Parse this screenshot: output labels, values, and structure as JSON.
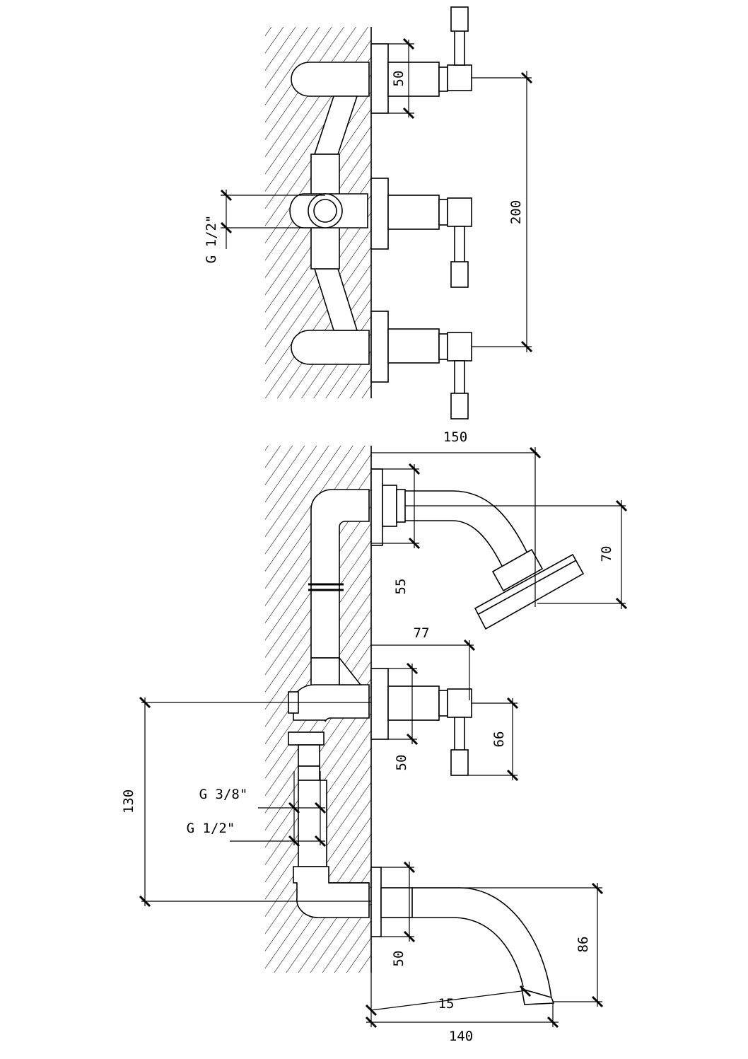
{
  "top_view": {
    "dims": {
      "flange": "50",
      "spacing": "200",
      "inlet": "G 1/2\""
    }
  },
  "side_view": {
    "dims": {
      "shower_reach": "150",
      "shower_drop": "70",
      "riser_length": "55",
      "valve_reach": "77",
      "valve_flange": "50",
      "handle_drop": "66",
      "inlet_span": "130",
      "connector_a": "G 3/8\"",
      "connector_b": "G 1/2\"",
      "spout_flange": "50",
      "spout_drop": "86",
      "spout_bore": "15",
      "spout_reach": "140"
    }
  }
}
